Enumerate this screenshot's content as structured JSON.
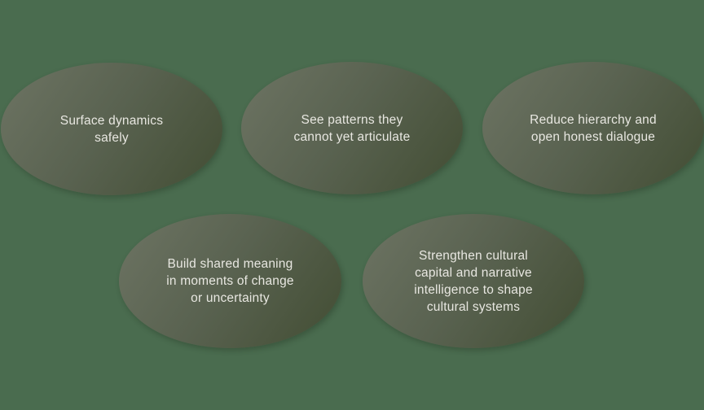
{
  "slide": {
    "background_color": "#4a6c4f",
    "ellipse_gradient_top": "#6d7463",
    "ellipse_gradient_bottom": "#424d33",
    "text_color": "#e8e7e1"
  },
  "ellipses": [
    {
      "id": "surface-dynamics",
      "label": "Surface dynamics\nsafely"
    },
    {
      "id": "see-patterns",
      "label": "See patterns they\ncannot yet articulate"
    },
    {
      "id": "reduce-hierarchy",
      "label": "Reduce hierarchy and\nopen honest dialogue"
    },
    {
      "id": "build-shared-meaning",
      "label": "Build shared meaning\nin moments of change\nor uncertainty"
    },
    {
      "id": "strengthen-cultural",
      "label": "Strengthen cultural\ncapital and narrative\nintelligence to shape\ncultural systems"
    }
  ]
}
